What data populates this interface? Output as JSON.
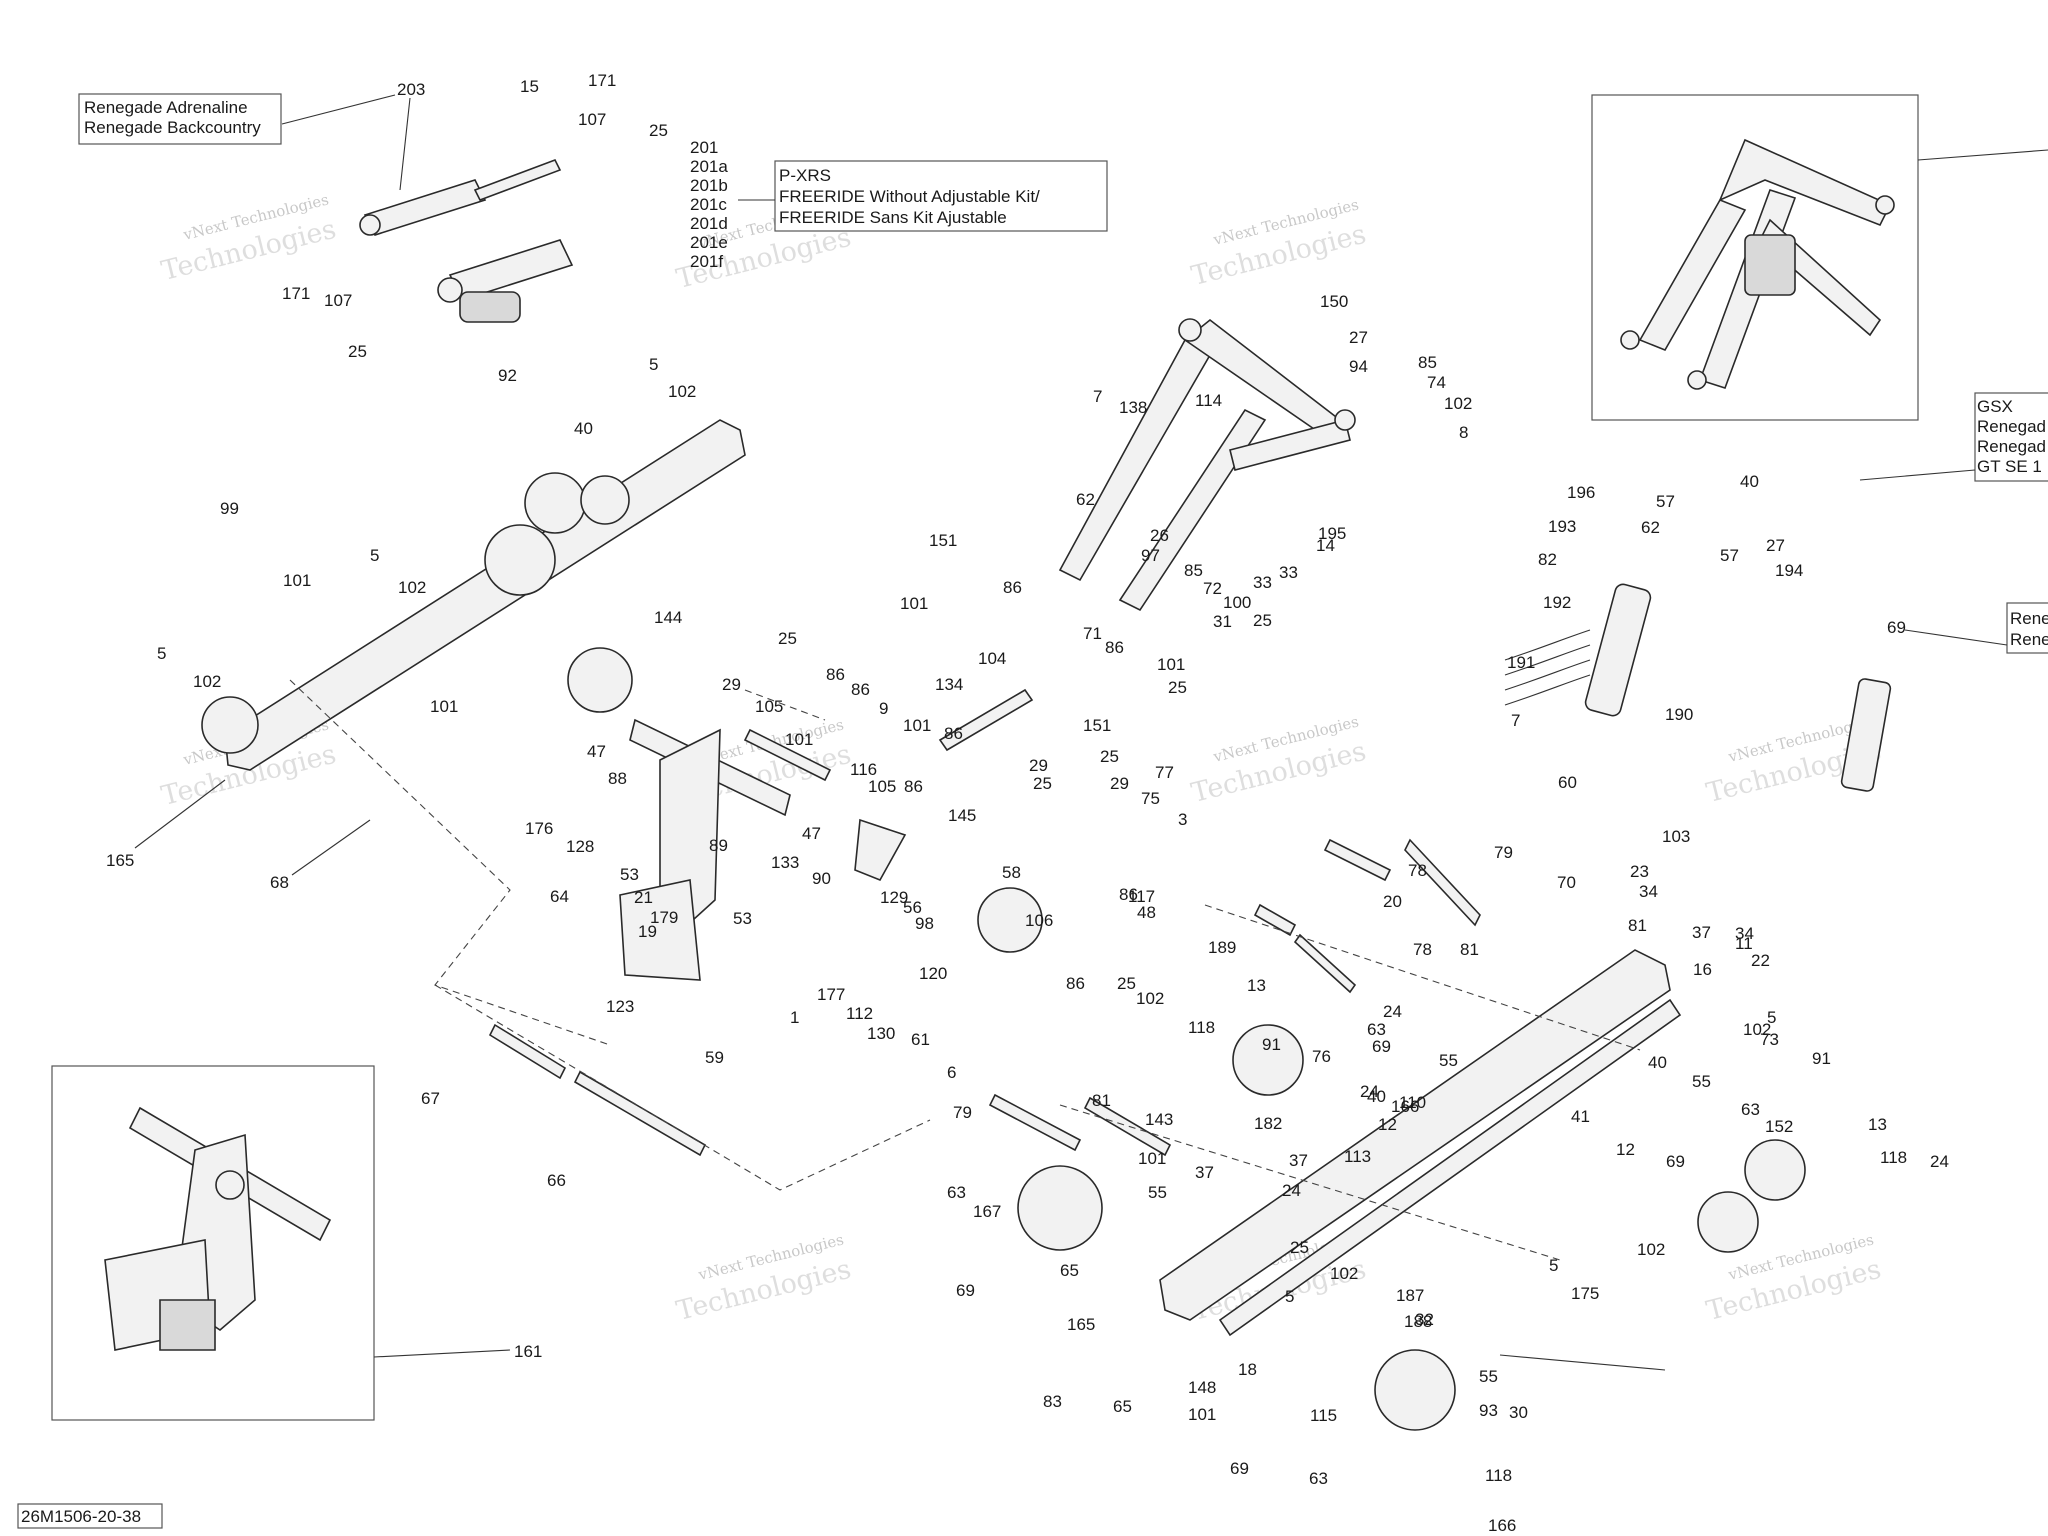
{
  "diagram_id": "26M1506-20-38",
  "watermark": {
    "line1": "vNext Technologies",
    "line2": "Technologies"
  },
  "notes": {
    "shock_variants": [
      "Renegade Adrenaline",
      "Renegade Backcountry"
    ],
    "xrs_variants": [
      "P-XRS",
      "FREERIDE Without Adjustable Kit/",
      "FREERIDE Sans Kit Ajustable"
    ],
    "gsx_variants": [
      "GSX",
      "Renegad",
      "Renegad",
      "GT SE 1"
    ],
    "rene_variants": [
      "Rene",
      "Rene"
    ],
    "series_201": [
      "201",
      "201a",
      "201b",
      "201c",
      "201d",
      "201e",
      "201f"
    ]
  },
  "callouts": [
    "203",
    "15",
    "171",
    "107",
    "25",
    "171",
    "107",
    "25",
    "92",
    "5",
    "102",
    "40",
    "99",
    "101",
    "5",
    "102",
    "5",
    "102",
    "101",
    "165",
    "68",
    "151",
    "86",
    "101",
    "104",
    "71",
    "86",
    "25",
    "29",
    "86",
    "86",
    "105",
    "9",
    "101",
    "101",
    "86",
    "105",
    "86",
    "134",
    "151",
    "101",
    "25",
    "29",
    "25",
    "25",
    "29",
    "77",
    "75",
    "3",
    "144",
    "47",
    "88",
    "176",
    "116",
    "128",
    "89",
    "47",
    "145",
    "133",
    "90",
    "129",
    "53",
    "64",
    "21",
    "179",
    "19",
    "53",
    "123",
    "177",
    "112",
    "120",
    "130",
    "61",
    "6",
    "1",
    "59",
    "67",
    "66",
    "161",
    "150",
    "27",
    "94",
    "85",
    "74",
    "102",
    "8",
    "7",
    "138",
    "114",
    "62",
    "26",
    "97",
    "85",
    "72",
    "100",
    "31",
    "25",
    "33",
    "33",
    "14",
    "195",
    "196",
    "193",
    "82",
    "192",
    "191",
    "7",
    "57",
    "62",
    "57",
    "27",
    "194",
    "40",
    "60",
    "190",
    "69",
    "56",
    "98",
    "58",
    "106",
    "86",
    "86",
    "117",
    "48",
    "25",
    "102",
    "189",
    "118",
    "13",
    "91",
    "76",
    "63",
    "69",
    "24",
    "40",
    "24",
    "166",
    "55",
    "12",
    "110",
    "79",
    "78",
    "20",
    "78",
    "81",
    "70",
    "23",
    "34",
    "103",
    "81",
    "37",
    "34",
    "11",
    "22",
    "16",
    "102",
    "5",
    "73",
    "79",
    "81",
    "143",
    "182",
    "37",
    "113",
    "101",
    "37",
    "24",
    "55",
    "63",
    "167",
    "69",
    "65",
    "165",
    "83",
    "65",
    "148",
    "18",
    "101",
    "25",
    "102",
    "5",
    "187",
    "188",
    "32",
    "69",
    "115",
    "63",
    "55",
    "93",
    "30",
    "118",
    "166",
    "40",
    "41",
    "12",
    "69",
    "55",
    "63",
    "152",
    "91",
    "13",
    "118",
    "24",
    "102",
    "5",
    "175"
  ]
}
